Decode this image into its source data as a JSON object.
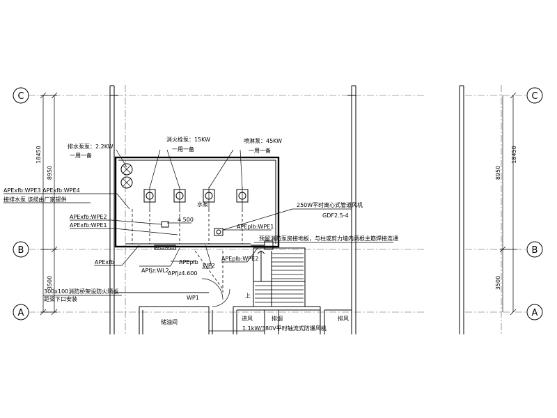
{
  "axes": {
    "C": "C",
    "B": "B",
    "A": "A"
  },
  "dimensions": {
    "left_total": "18450",
    "left_upper": "8950",
    "left_lower": "3500",
    "right_total": "18450",
    "right_upper": "8950",
    "right_lower": "3500"
  },
  "labels": {
    "drain_pump": "排水泵泵：2.2KW",
    "drain_pump_sub": "一用一备",
    "fire_pump": "消火栓泵：15KW",
    "fire_pump_sub": "一用一备",
    "spray_pump": "喷淋泵：45KW",
    "spray_pump_sub": "一用一备",
    "ape_wpe34": "APExfb:WPE3  APExfb:WPE4",
    "drain_supply": "接排水泵  该缆由厂家提供",
    "ape_wpe2": "APExfb:WPE2",
    "ape_wpe1": "APExfb:WPE1",
    "elev_4500": "4.500",
    "fan_250w": "250W平时离心式管道风机",
    "gdf": "GDF2.5-4",
    "apeplb_wpe1": "APEplb:WPE1",
    "water_tank": "水泵",
    "ground_note": "预留消防泵房接地板，与柱或剪力墙内两根主筋焊接连通",
    "apexfb": "APExfb",
    "apeplb": "APEplb",
    "apfjz_wl2": "APfjz:WL2",
    "apfjz_4600": "APfjz4.600",
    "wp2": "WP2",
    "apeplb_wpe2": "APEplb:WPE2",
    "tray_note": "300x100消防桥架设防火隔板",
    "tray_note2": "距梁下口安装",
    "wp1": "WP1",
    "up": "上",
    "oil_room": "储油间",
    "exhaust1": "进风",
    "exhaust_room": "排烟",
    "exhaust2": "排风",
    "fan_11kw": "1.1kW/380V平时轴流式防爆风机",
    "panel": "APE1 APE1"
  }
}
